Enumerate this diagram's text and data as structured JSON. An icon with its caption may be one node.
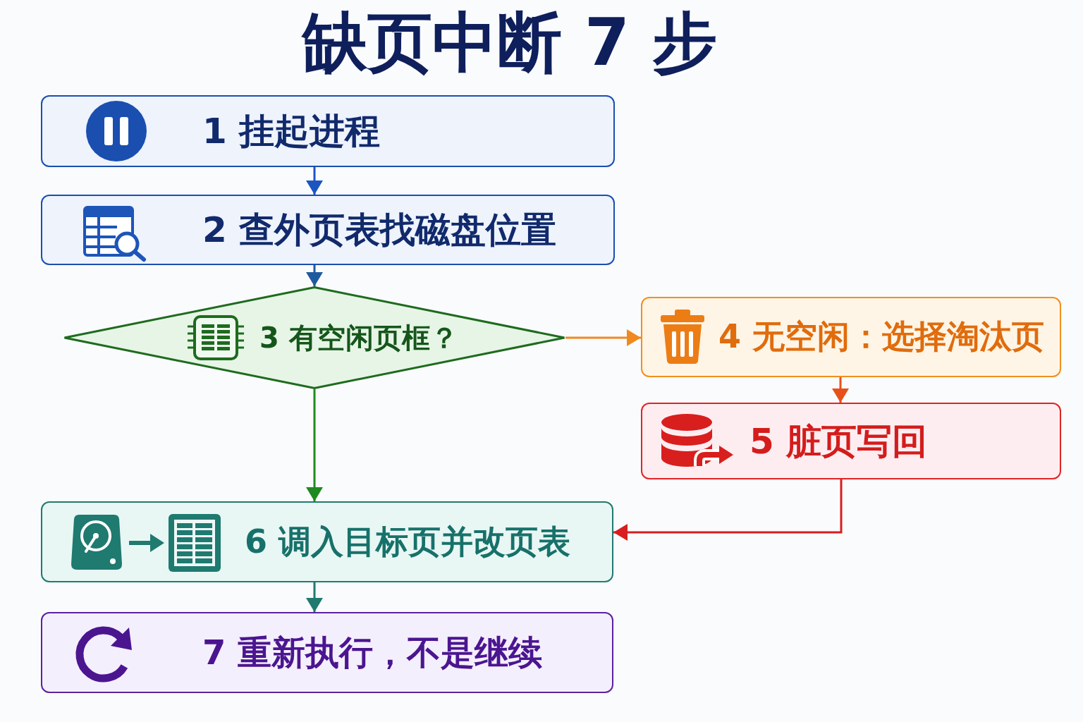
{
  "diagram": {
    "title": "缺页中断 7 步",
    "nodes": [
      {
        "text": [
          "1 挂起进程"
        ]
      },
      {
        "text": [
          "2 查外页表找磁盘位置"
        ]
      },
      {
        "text": [
          "3 有空闲页框？"
        ]
      },
      {
        "text": [
          "4 无空闲：选择淘汰页"
        ]
      },
      {
        "text": [
          "5 脏页写回"
        ]
      },
      {
        "text": [
          "6 调入目标页并改页表"
        ]
      },
      {
        "text": [
          "7 重新执行，不是继续"
        ]
      }
    ],
    "edges": [
      {
        "from": 0,
        "to": 1,
        "arrow": "to",
        "color": "#1d55c0"
      },
      {
        "from": 1,
        "to": 2,
        "arrow": "to",
        "color": "#1f5a9e"
      },
      {
        "from": 2,
        "to": 3,
        "arrow": "to",
        "color": "#f08a1e"
      },
      {
        "from": 3,
        "to": 4,
        "arrow": "to",
        "color": "#e8501a"
      },
      {
        "from": 2,
        "to": 5,
        "arrow": "to",
        "color": "#1f8a1f"
      },
      {
        "from": 4,
        "to": 5,
        "arrow": "to",
        "color": "#d81e1e"
      },
      {
        "from": 5,
        "to": 6,
        "arrow": "to",
        "color": "#1f7a70"
      }
    ]
  }
}
